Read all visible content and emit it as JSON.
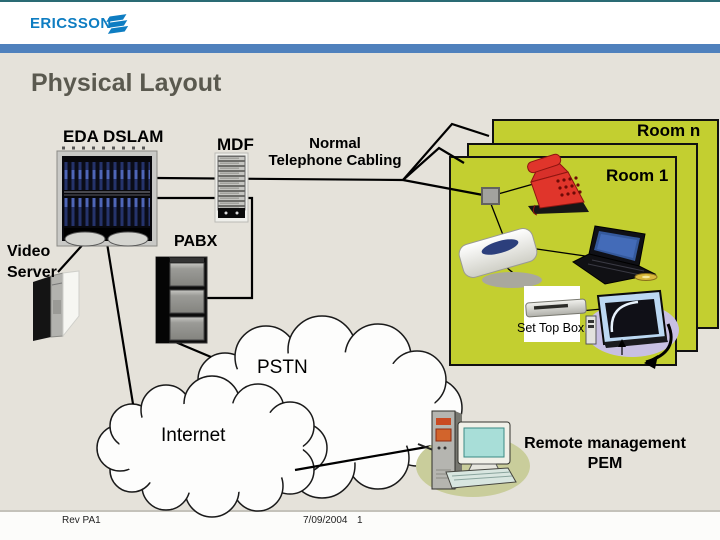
{
  "header": {
    "brand": "ERICSSON"
  },
  "slide": {
    "title": "Physical Layout",
    "labels": {
      "eda_dslam": "EDA DSLAM",
      "mdf": "MDF",
      "cabling_line1": "Normal",
      "cabling_line2": "Telephone Cabling",
      "room_n": "Room n",
      "room_1": "Room 1",
      "pabx": "PABX",
      "video_line1": "Video",
      "video_line2": "Server",
      "pstn": "PSTN",
      "internet": "Internet",
      "set_top_box": "Set Top Box",
      "remote_line1": "Remote management",
      "remote_line2": "PEM"
    }
  },
  "footer": {
    "revision": "Rev PA1",
    "date": "7/09/2004",
    "page": "1"
  },
  "colors": {
    "accent_bar": "#4f81bd",
    "brand_blue": "#0e7dc2",
    "room_fill": "#c3cf30",
    "title_gray": "#5a594f",
    "phone_red": "#e0352b",
    "tv_blue": "#bcd8f2",
    "bg_main": "#e5e2da",
    "footer_bg": "#fcfcfa",
    "cloud_fill": "#fdfdfc"
  }
}
